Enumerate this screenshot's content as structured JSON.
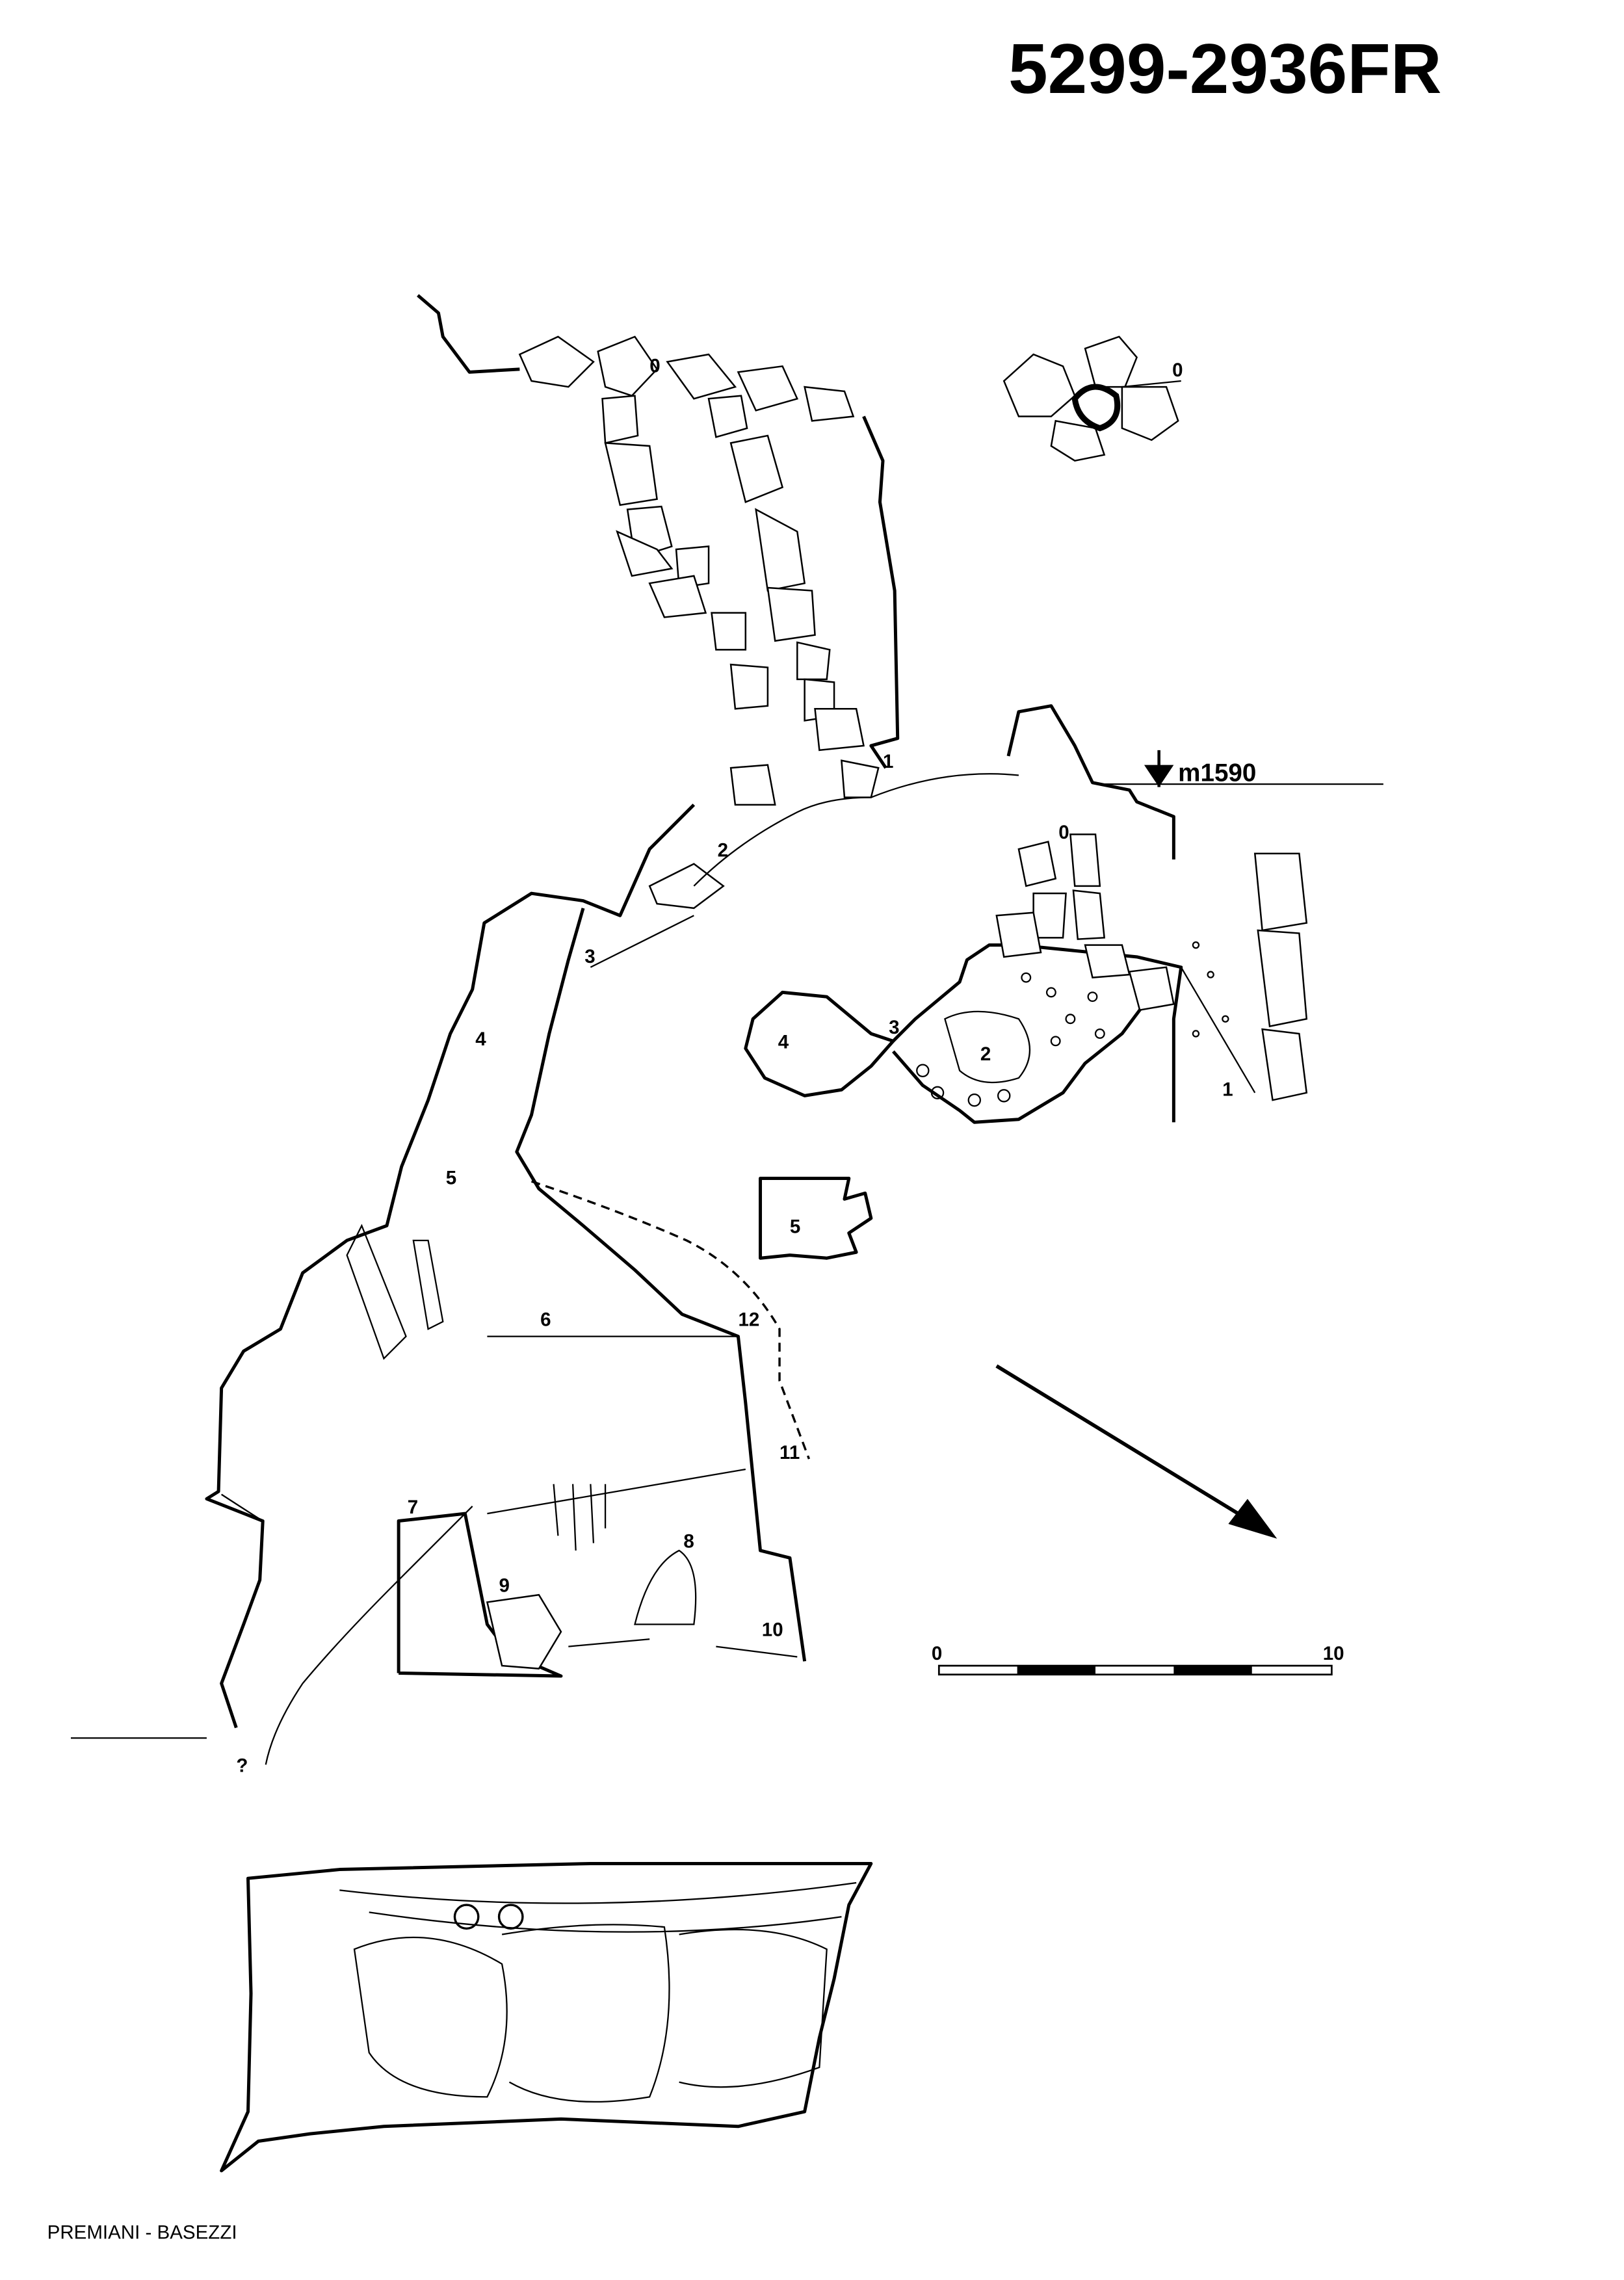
{
  "title": "5299-2936FR",
  "credit": "PREMIANI - BASEZZI",
  "elevation_label": "m1590",
  "scale_bar": {
    "start": "0",
    "end": "10"
  },
  "entrance_plan": {
    "station": "0"
  },
  "profile": {
    "stations": [
      "0",
      "1",
      "2",
      "3",
      "4",
      "5",
      "6",
      "7",
      "8",
      "9",
      "10",
      "11",
      "12"
    ],
    "unknown_mark": "?"
  },
  "plan": {
    "stations": [
      "0",
      "1",
      "2",
      "3",
      "4",
      "5"
    ]
  }
}
